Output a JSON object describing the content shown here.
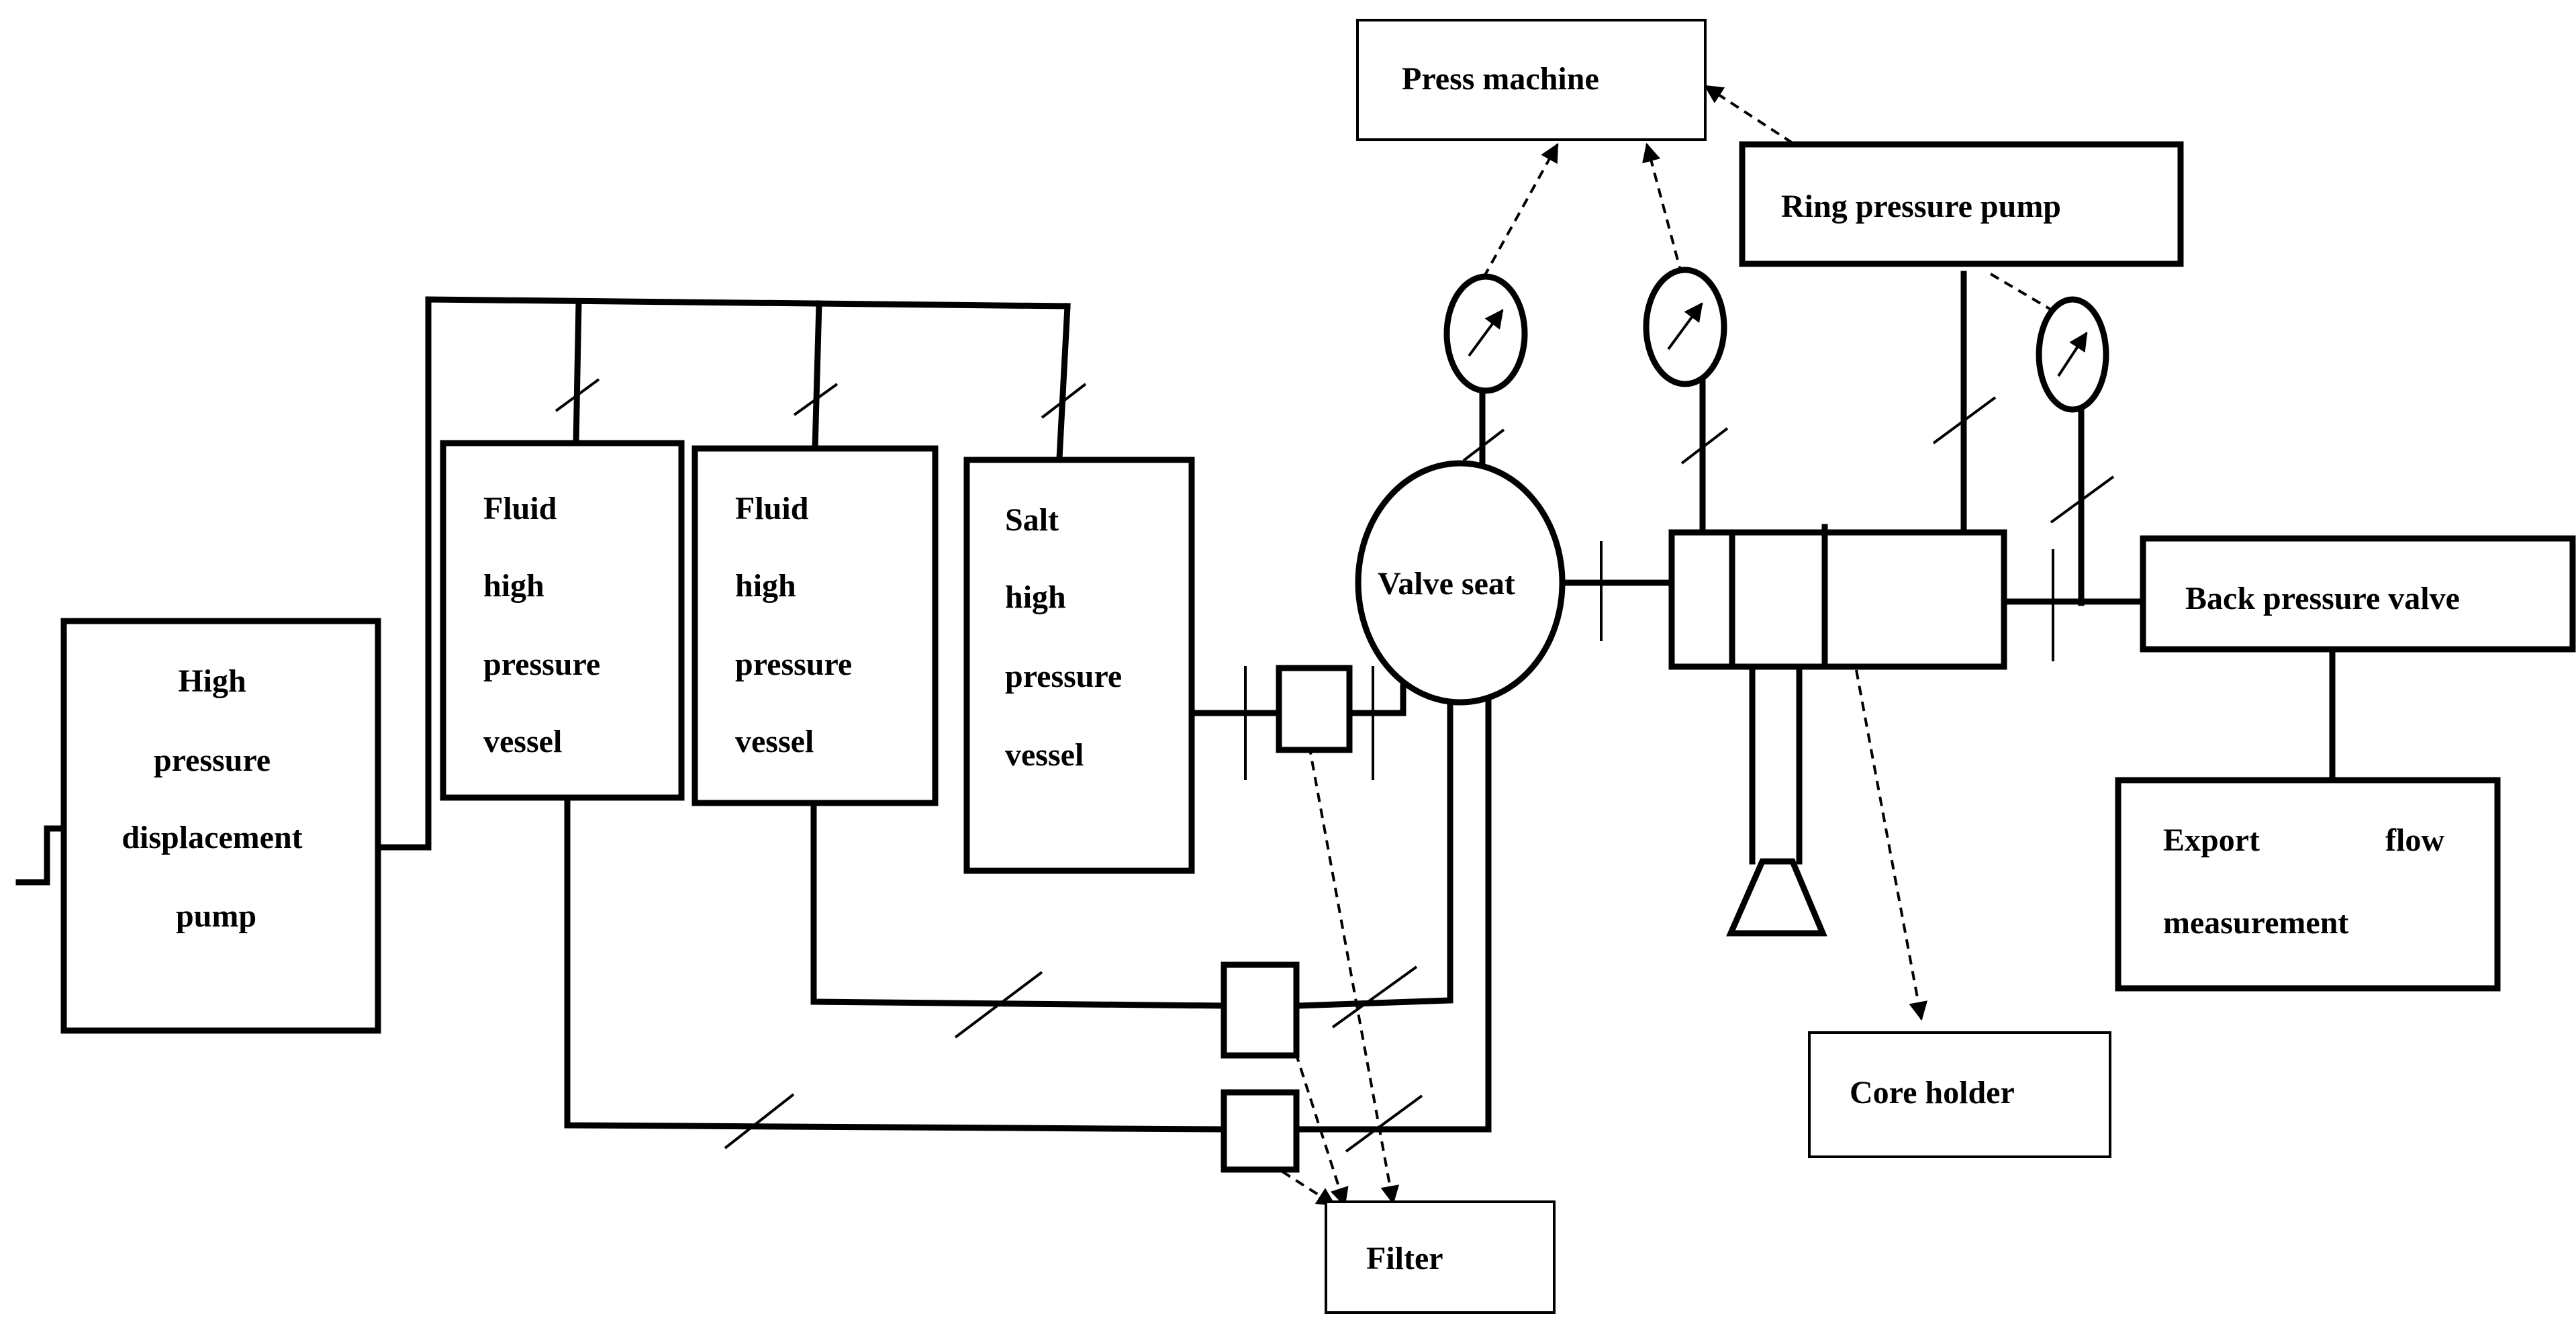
{
  "components": {
    "press_machine": "Press machine",
    "ring_pressure_pump": "Ring pressure pump",
    "high_pressure_pump": [
      "High",
      "pressure",
      "displacement",
      "pump"
    ],
    "fluid_vessel_1": [
      "Fluid",
      "high",
      "pressure",
      "vessel"
    ],
    "fluid_vessel_2": [
      "Fluid",
      "high",
      "pressure",
      "vessel"
    ],
    "salt_vessel": [
      "Salt",
      "high",
      "pressure",
      "vessel"
    ],
    "valve_seat": "Valve seat",
    "back_pressure_valve": "Back pressure valve",
    "export_flow": [
      "Export",
      "flow",
      "measurement"
    ],
    "core_holder": "Core holder",
    "filter": "Filter"
  },
  "icons": {
    "gauge": "pressure-gauge-icon",
    "valve_symbol": "valve-icon",
    "funnel": "funnel-icon"
  },
  "colors": {
    "line": "#000000",
    "background": "#ffffff"
  }
}
